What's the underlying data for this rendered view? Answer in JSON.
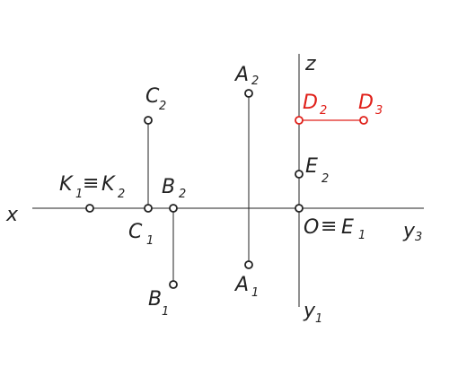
{
  "colors": {
    "ink": "#222222",
    "accent": "#e0201a",
    "background": "#ffffff"
  },
  "axes": {
    "x": "x",
    "z": "z",
    "y3": {
      "main": "y",
      "sub": "3"
    },
    "y1": {
      "main": "y",
      "sub": "1"
    },
    "origin": "O"
  },
  "labels": {
    "A2": {
      "main": "A",
      "sub": "2"
    },
    "A1": {
      "main": "A",
      "sub": "1"
    },
    "C2": {
      "main": "C",
      "sub": "2"
    },
    "C1": {
      "main": "C",
      "sub": "1"
    },
    "B2": {
      "main": "B",
      "sub": "2"
    },
    "B1": {
      "main": "B",
      "sub": "1"
    },
    "K1": {
      "main": "K",
      "sub": "1"
    },
    "K2": {
      "main": "K",
      "sub": "2"
    },
    "D2": {
      "main": "D",
      "sub": "2"
    },
    "D3": {
      "main": "D",
      "sub": "3"
    },
    "E2": {
      "main": "E",
      "sub": "2"
    },
    "E1": {
      "main": "E",
      "sub": "1"
    },
    "equiv": "≡"
  }
}
